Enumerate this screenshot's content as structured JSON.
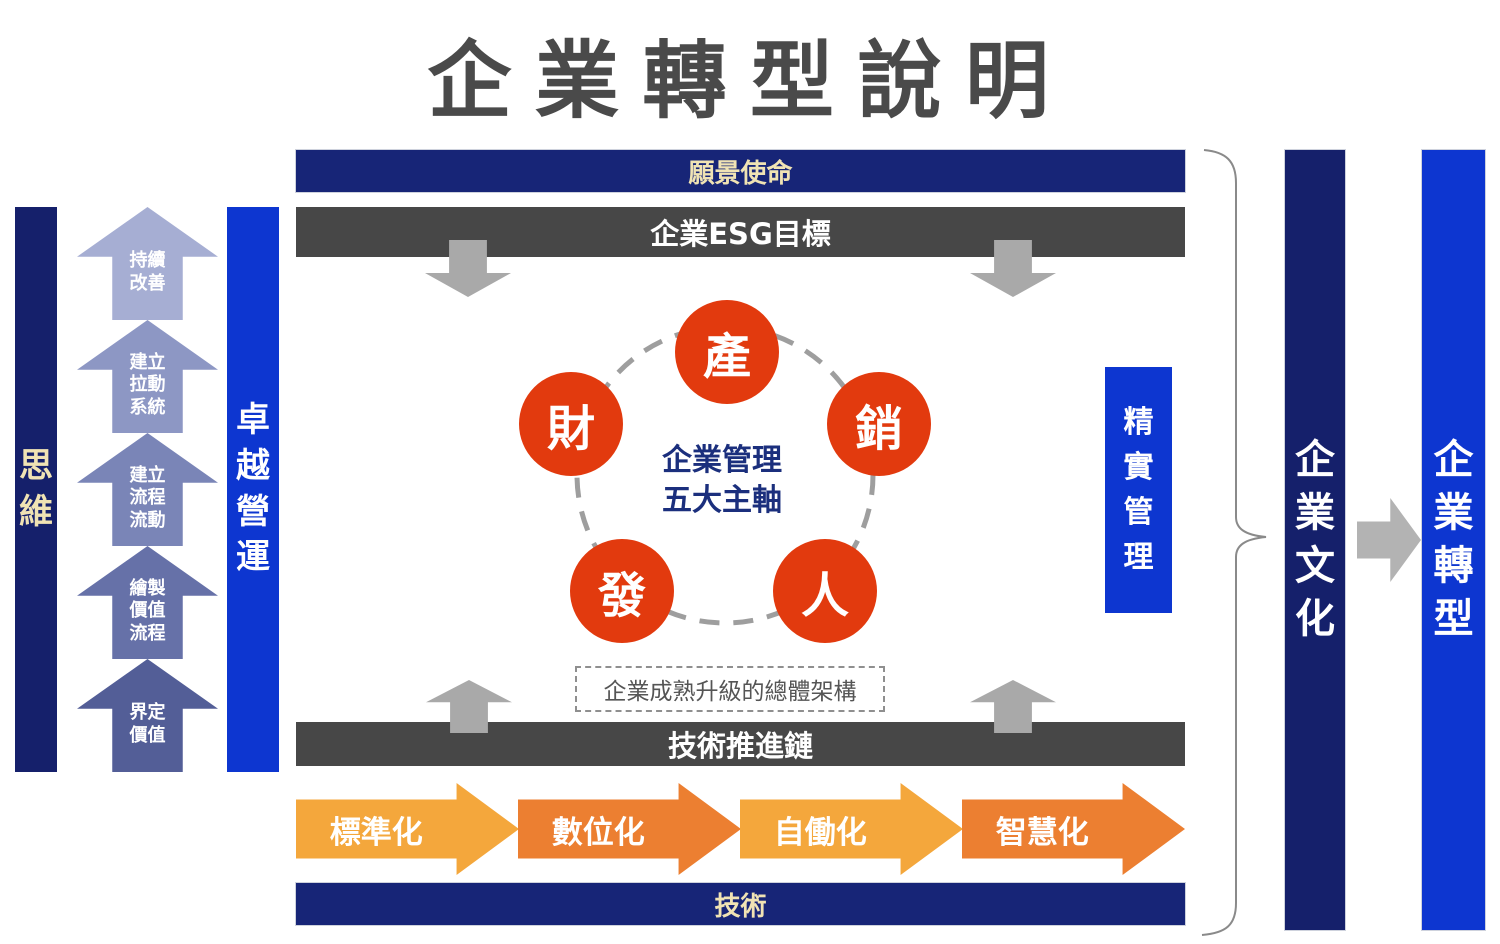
{
  "title": "企業轉型說明",
  "left_panel": {
    "thinking_bar": "思維",
    "excellence_bar": "卓越營運",
    "arrows": [
      {
        "label": "持續\n改善",
        "color": "#a6aed3"
      },
      {
        "label": "建立\n拉動\n系統",
        "color": "#8d97c4"
      },
      {
        "label": "建立\n流程\n流動",
        "color": "#7a85b7"
      },
      {
        "label": "繪製\n價值\n流程",
        "color": "#6671a8"
      },
      {
        "label": "界定\n價值",
        "color": "#535e97"
      }
    ]
  },
  "main": {
    "vision_bar": "願景使命",
    "esg_bar": "企業ESG目標",
    "pentagon": {
      "center_label": "企業管理\n五大主軸",
      "circles": [
        {
          "char": "產"
        },
        {
          "char": "財"
        },
        {
          "char": "銷"
        },
        {
          "char": "發"
        },
        {
          "char": "人"
        }
      ]
    },
    "maturity_box": "企業成熟升級的總體架構",
    "lean_box": "精實管理",
    "tech_chain_bar": "技術推進鏈",
    "tech_arrows": [
      {
        "label": "標準化",
        "color": "#f4a73c"
      },
      {
        "label": "數位化",
        "color": "#ec7f31"
      },
      {
        "label": "自働化",
        "color": "#f4a73c"
      },
      {
        "label": "智慧化",
        "color": "#ec7f31"
      }
    ],
    "tech_bar": "技術"
  },
  "right_panel": {
    "culture_bar": "企業文化",
    "transform_bar": "企業轉型"
  },
  "colors": {
    "navy": "#172577",
    "navy_dark": "#15206b",
    "bright_blue": "#0d36d0",
    "bar_gray": "#474747",
    "red_circle": "#e23a0e",
    "arrow_gray": "#a9a9a9",
    "right_arrow_gray": "#b3b3b3",
    "cream_text": "#f0e3b4",
    "title_color": "#4a4a4a"
  }
}
